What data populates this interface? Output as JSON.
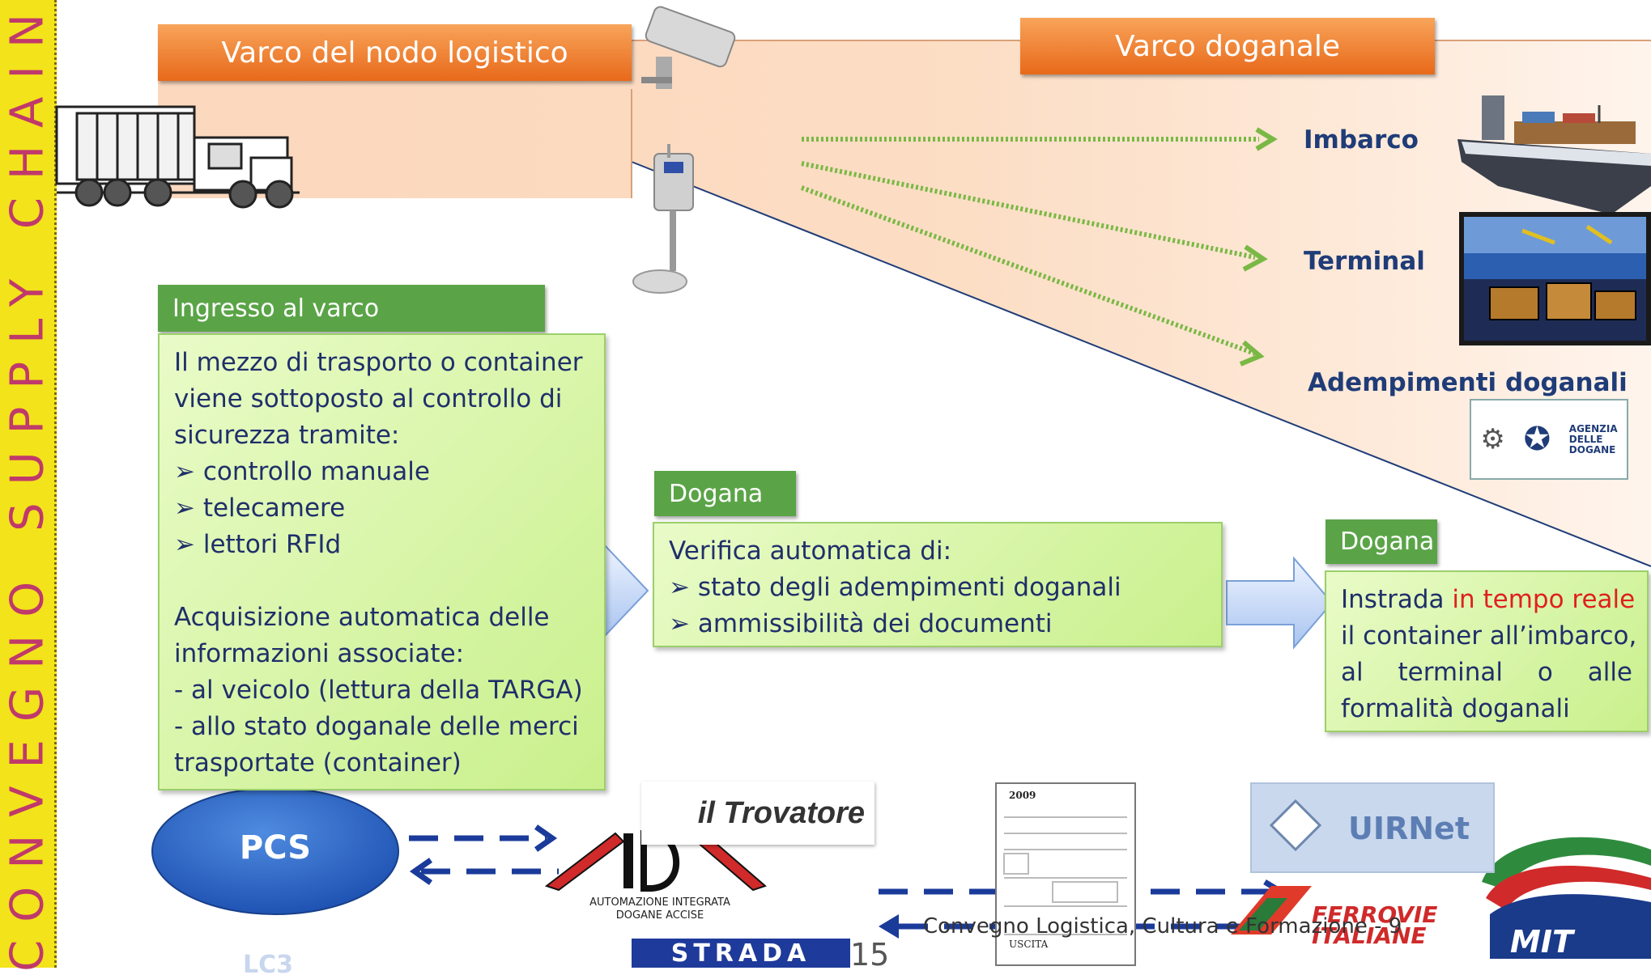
{
  "sidebar": {
    "vertical_text": "CONVEGNO SUPPLY CHAIN"
  },
  "header": {
    "gate_logistic": "Varco del nodo logistico",
    "gate_customs": "Varco doganale"
  },
  "destinations": {
    "imbarco": "Imbarco",
    "terminal": "Terminal",
    "adempimenti": "Adempimenti doganali"
  },
  "ingresso": {
    "title": "Ingresso al varco",
    "lines": [
      "Il mezzo di trasporto o container",
      "viene sottoposto al controllo di",
      "sicurezza tramite:",
      "➢ controllo manuale",
      "➢ telecamere",
      "➢ lettori RFId",
      "",
      "Acquisizione automatica delle",
      "informazioni associate:",
      "- al veicolo (lettura della TARGA)",
      "- allo stato doganale delle merci",
      "trasportate (container)"
    ]
  },
  "dogana1": {
    "title": "Dogana",
    "lines": [
      "Verifica automatica di:",
      "➢ stato degli adempimenti doganali",
      "➢ ammissibilità dei documenti"
    ]
  },
  "dogana2": {
    "title": "Dogana",
    "line1_pre": "Instrada ",
    "line1_red": "in tempo reale",
    "line2": "il container all’imbarco,",
    "line3": [
      "al",
      "terminal",
      "o",
      "alle"
    ],
    "line4": "formalità doganali"
  },
  "logos": {
    "pcs": "PCS",
    "trovatore": "il Trovatore",
    "aida_sub1": "AUTOMAZIONE INTEGRATA",
    "aida_sub2": "DOGANE ACCISE",
    "aida": "AIDA",
    "agenzia": [
      "AGENZIA",
      "DELLE",
      "DOGANE"
    ],
    "uirnet": "UIRNet",
    "strada": "STRADA",
    "ferrovie": [
      "FERROVIE",
      "ITALIANE"
    ],
    "mit": "MIT",
    "doc_title": "2009",
    "doc_label": "USCITA"
  },
  "footer": {
    "text": "Convegno Logistica, Cultura e Formazione - 9",
    "page_number": "15",
    "lc": "LC3"
  },
  "colors": {
    "sidebar": "#f3e31a",
    "sidebar_text": "#c0396b",
    "orange": "#e8691a",
    "green_header": "#5aa447",
    "text_blue": "#1f3c78",
    "dashed_arrow": "#1b3b9a",
    "highlight_red": "#e02020"
  }
}
